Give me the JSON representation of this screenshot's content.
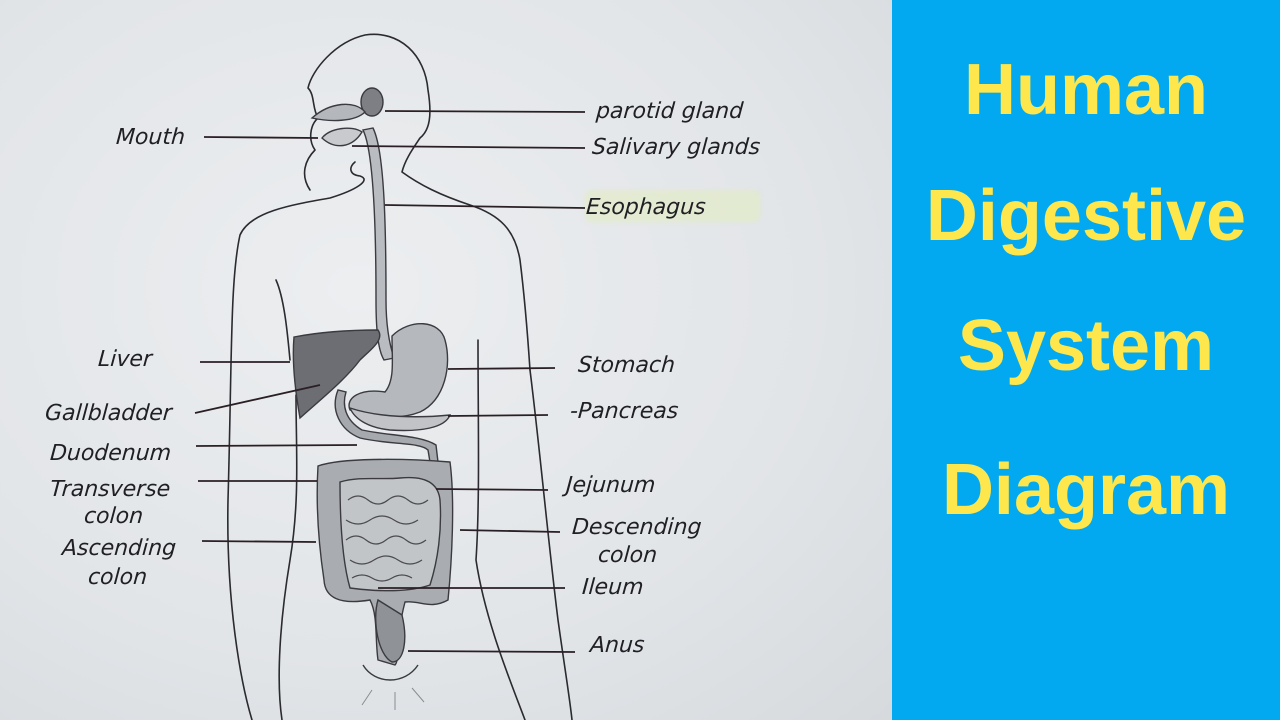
{
  "title_panel": {
    "background_color": "#03a9f0",
    "text_color": "#fde74c",
    "lines": [
      "Human",
      "Digestive",
      "System",
      "Diagram"
    ]
  },
  "diagram": {
    "style": "pencil sketch on paper",
    "left_labels": {
      "mouth": "Mouth",
      "liver": "Liver",
      "gallbladder": "Gallbladder",
      "duodenum": "Duodenum",
      "transverse_colon_1": "Transverse",
      "transverse_colon_2": "colon",
      "ascending_colon_1": "Ascending",
      "ascending_colon_2": "colon"
    },
    "right_labels": {
      "parotid_gland": "parotid gland",
      "salivary_glands": "Salivary glands",
      "esophagus": "Esophagus",
      "stomach": "Stomach",
      "pancreas": "-Pancreas",
      "jejunum": "Jejunum",
      "descending_colon_1": "Descending",
      "descending_colon_2": "colon",
      "ileum": "Ileum",
      "anus": "Anus"
    }
  }
}
